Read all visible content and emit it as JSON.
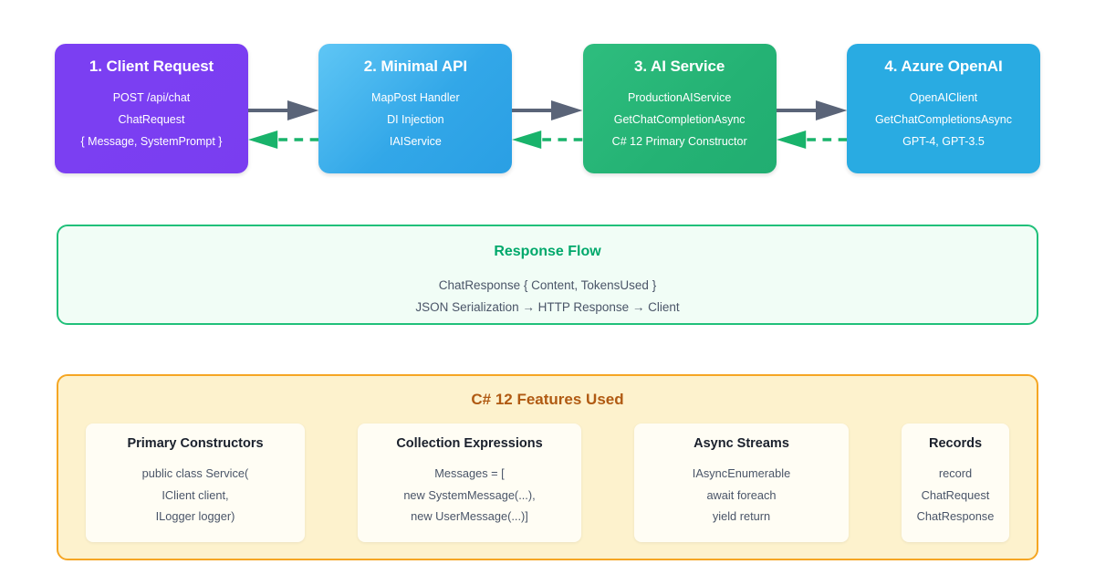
{
  "colors": {
    "stage1": "#7b3ff2",
    "stage2": "#32a7e8",
    "stage3": "#24b274",
    "stage4": "#29abe2",
    "forward_arrow": "#5a6478",
    "return_arrow": "#19b36b",
    "response_border": "#20c07a",
    "response_bg": "#f1fdf6",
    "response_title": "#00a86b",
    "features_border": "#f5a623",
    "features_bg": "#fdf2cd",
    "features_title": "#b05a12",
    "body_text": "#4a5568"
  },
  "pipeline": {
    "stages": [
      {
        "title": "1. Client Request",
        "lines": [
          "POST /api/chat",
          "ChatRequest",
          "{ Message, SystemPrompt }"
        ]
      },
      {
        "title": "2. Minimal API",
        "lines": [
          "MapPost Handler",
          "DI Injection",
          "IAIService"
        ]
      },
      {
        "title": "3. AI Service",
        "lines": [
          "ProductionAIService",
          "GetChatCompletionAsync",
          "C# 12 Primary Constructor"
        ]
      },
      {
        "title": "4. Azure OpenAI",
        "lines": [
          "OpenAIClient",
          "GetChatCompletionsAsync",
          "GPT-4, GPT-3.5"
        ]
      }
    ],
    "connectors": [
      {
        "forward": "request-arrow",
        "return": "response-arrow"
      },
      {
        "forward": "request-arrow",
        "return": "response-arrow"
      },
      {
        "forward": "request-arrow",
        "return": "response-arrow"
      }
    ]
  },
  "response_flow": {
    "title": "Response Flow",
    "lines": [
      "ChatResponse { Content, TokensUsed }",
      "JSON Serialization → HTTP Response → Client"
    ]
  },
  "features": {
    "title": "C# 12 Features Used",
    "cards": [
      {
        "title": "Primary Constructors",
        "lines": [
          "public class Service(",
          "IClient client,",
          "ILogger logger)"
        ]
      },
      {
        "title": "Collection Expressions",
        "lines": [
          "Messages = [",
          "new SystemMessage(...),",
          "new UserMessage(...)]"
        ]
      },
      {
        "title": "Async Streams",
        "lines": [
          "IAsyncEnumerable",
          "await foreach",
          "yield return"
        ]
      },
      {
        "title": "Records",
        "lines": [
          "record",
          "ChatRequest",
          "ChatResponse"
        ]
      }
    ]
  }
}
